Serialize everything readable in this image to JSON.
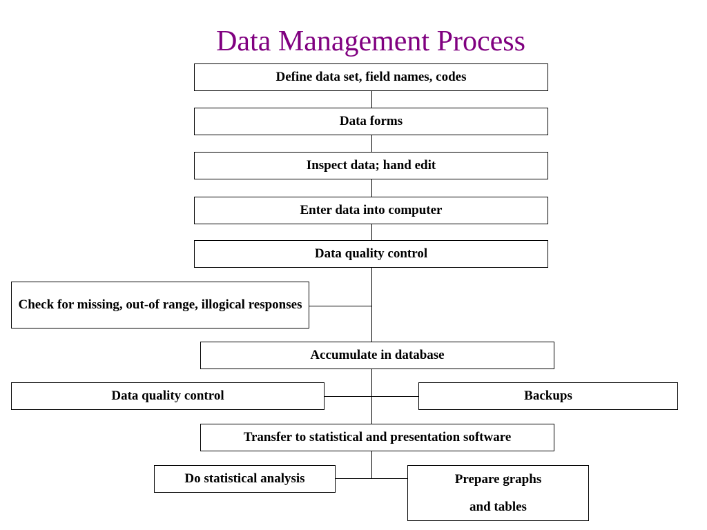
{
  "title": "Data Management Process",
  "steps": {
    "define": "Define data set, field names, codes",
    "forms": "Data forms",
    "inspect": "Inspect data; hand edit",
    "enter": "Enter data into computer",
    "qc1": "Data quality control",
    "check": "Check for missing, out-of range, illogical responses",
    "accumulate": "Accumulate in database",
    "qc2": "Data quality control",
    "backups": "Backups",
    "transfer": "Transfer to statistical and presentation software",
    "analysis": "Do statistical analysis",
    "graphs_line1": "Prepare graphs",
    "graphs_line2": "and tables"
  }
}
